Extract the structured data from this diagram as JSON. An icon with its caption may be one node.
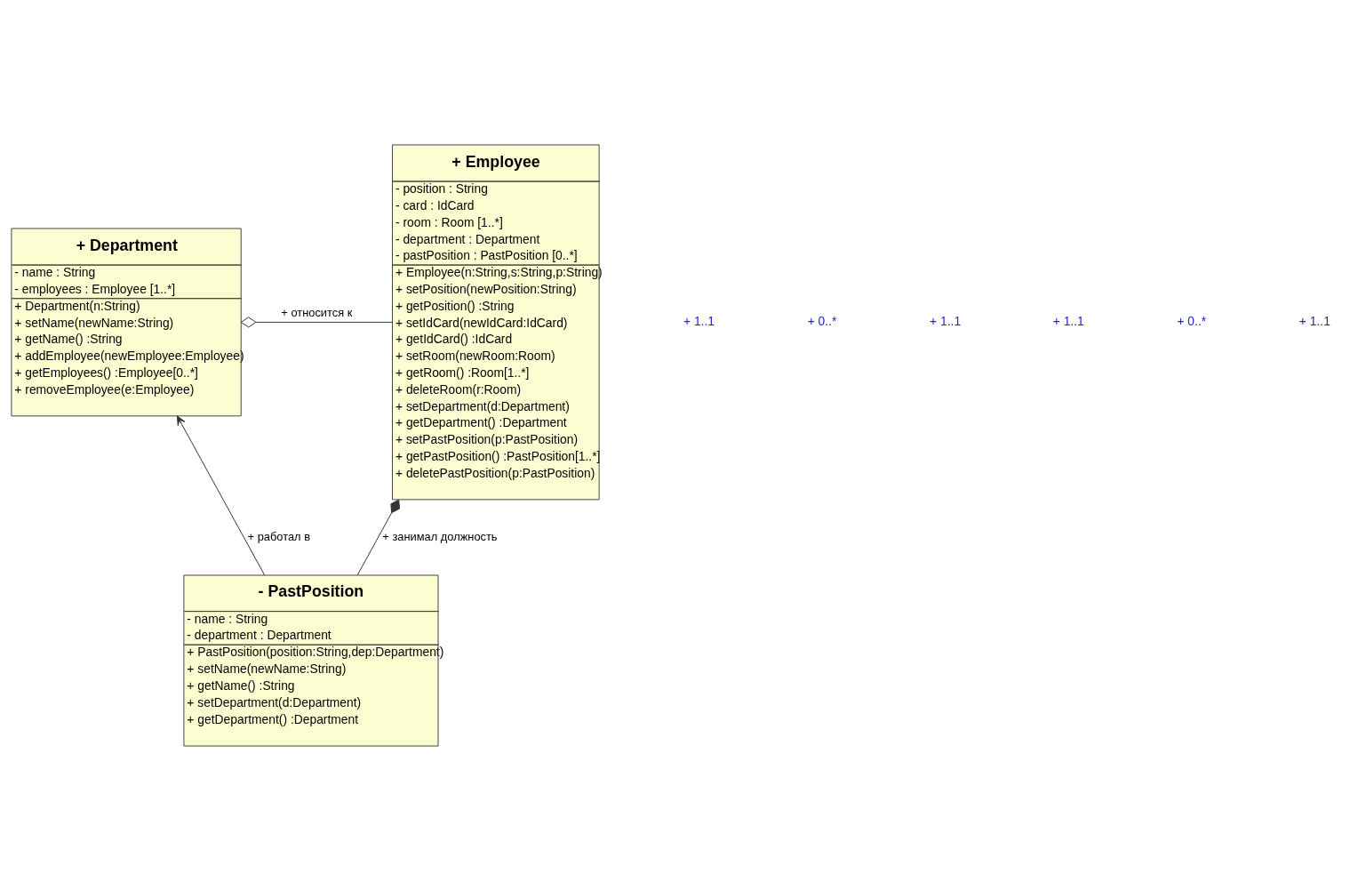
{
  "diagram": {
    "nodes": [
      {
        "text": [
          "+ Department",
          "- name : String",
          "- employees : Employee [1..*]",
          "+ Department(n:String)",
          "+ setName(newName:String)",
          "+ getName() :String",
          "+ addEmployee(newEmployee:Employee)",
          "+ getEmployees() :Employee[0..*]",
          "+ removeEmployee(e:Employee)"
        ]
      },
      {
        "text": [
          "+ Employee",
          "- position : String",
          "- card : IdCard",
          "- room : Room [1..*]",
          "- department : Department",
          "- pastPosition : PastPosition [0..*]",
          "+ Employee(n:String,s:String,p:String)",
          "+ setPosition(newPosition:String)",
          "+ getPosition() :String",
          "+ setIdCard(newIdCard:IdCard)",
          "+ getIdCard() :IdCard",
          "+ setRoom(newRoom:Room)",
          "+ getRoom() :Room[1..*]",
          "+ deleteRoom(r:Room)",
          "+ setDepartment(d:Department)",
          "+ getDepartment() :Department",
          "+ setPastPosition(p:PastPosition)",
          "+ getPastPosition() :PastPosition[1..*]",
          "+ deletePastPosition(p:PastPosition)"
        ]
      },
      {
        "text": [
          "- PastPosition",
          "- name : String",
          "- department : Department",
          "+ PastPosition(position:String,dep:Department)",
          "+ setName(newName:String)",
          "+ getName() :String",
          "+ setDepartment(d:Department)",
          "+ getDepartment() :Department"
        ]
      }
    ],
    "edges": [
      {
        "from": 0,
        "to": 1,
        "arrow": "other",
        "label": "+ относится к"
      },
      {
        "from": 2,
        "to": 0,
        "arrow": "to",
        "label": "+ работал в"
      },
      {
        "from": 1,
        "to": 2,
        "arrow": "other",
        "label": "+ занимал должность"
      }
    ],
    "labels": [
      "+ 1..1",
      "+ 0..*",
      "+ 1..1",
      "+ 1..1",
      "+ 0..*",
      "+ 1..1"
    ]
  }
}
